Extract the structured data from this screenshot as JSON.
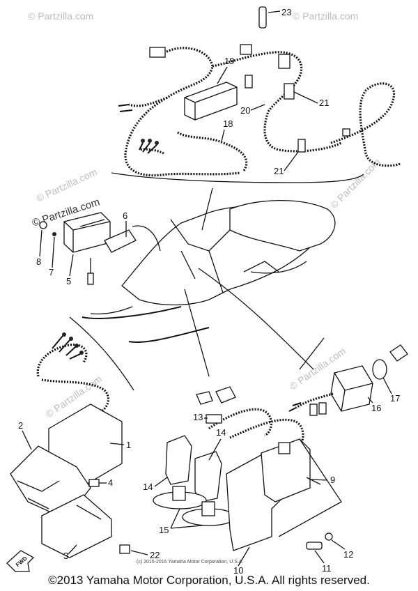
{
  "watermarks": {
    "site": "© Partzilla.com",
    "site_strong": "© Partzilla.com",
    "inline_copyright": "(c) 2015-2016 Yamaha Motor Corporation, U.S.A."
  },
  "footer": {
    "copyright": "©2013 Yamaha Motor Corporation, U.S.A. All rights reserved."
  },
  "fwd_label": "FWD",
  "callouts": [
    "1",
    "2",
    "3",
    "4",
    "5",
    "6",
    "7",
    "8",
    "9",
    "10",
    "11",
    "12",
    "13",
    "14",
    "14",
    "15",
    "16",
    "17",
    "18",
    "19",
    "20",
    "21",
    "21",
    "22",
    "23"
  ]
}
